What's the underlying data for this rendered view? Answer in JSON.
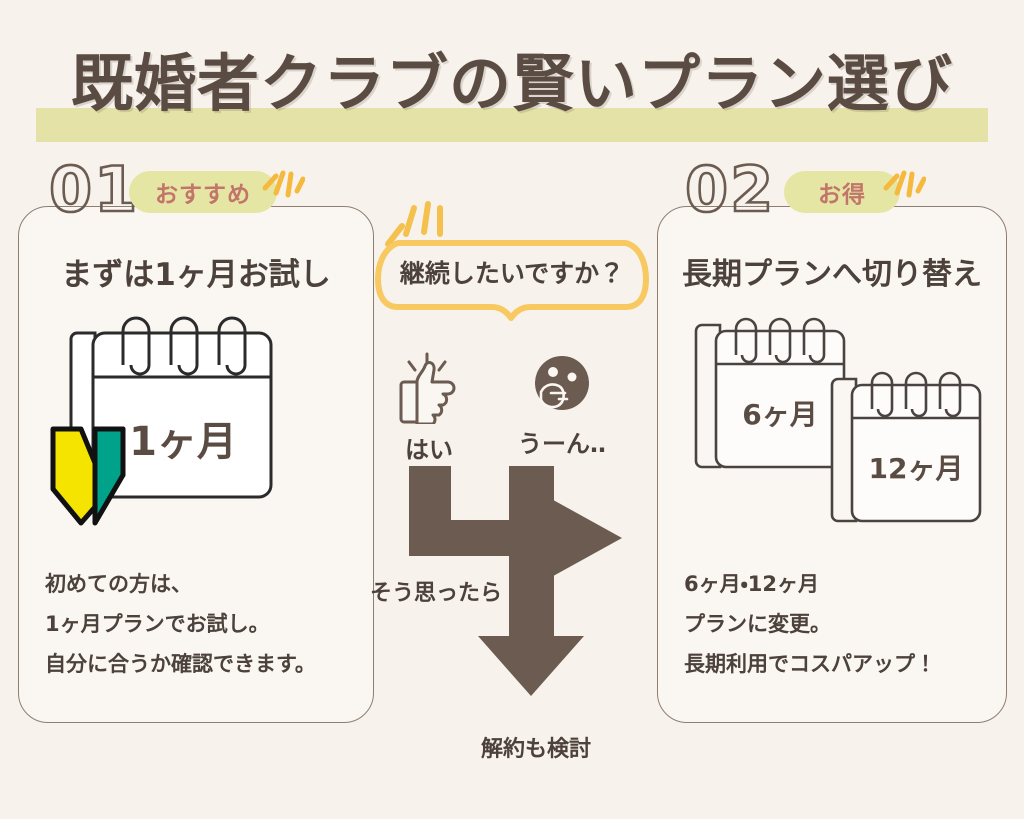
{
  "page": {
    "background_color": "#F7F2EC",
    "text_color": "#4D423B",
    "accent_green": "#E4E2A6",
    "accent_amber": "#F5C14E",
    "accent_rose": "#C2756B",
    "arrow_color": "#6B5B50"
  },
  "title": {
    "text": "既婚者クラブの賢いプラン選び",
    "highlight_color": "#E4E2A6"
  },
  "cards": [
    {
      "number": "01",
      "badge": "おすすめ",
      "heading": "まずは1ヶ月お試し",
      "calendar_label": "1ヶ月",
      "beginner_mark": {
        "name": "wakaba-mark",
        "left_color": "#F5E300",
        "right_color": "#00A28A"
      },
      "body_lines": [
        "初めての方は、",
        "1ヶ月プランでお試し。",
        "自分に合うか確認できます。"
      ]
    },
    {
      "number": "02",
      "badge": "お得",
      "heading": "長期プランへ切り替え",
      "calendar_labels": [
        "6ヶ月",
        "12ヶ月"
      ],
      "body_lines": [
        "6ヶ月・12ヶ月",
        "プランに変更。",
        "長期利用でコスパアップ！"
      ]
    }
  ],
  "middle": {
    "question": "継続したいですか？",
    "choices": [
      {
        "icon": "thumbs-up-icon",
        "label": "はい"
      },
      {
        "icon": "thinking-face-icon",
        "label": "うーん‥"
      }
    ],
    "label_continue": "そう思ったら",
    "label_cancel": "解約も検討"
  }
}
